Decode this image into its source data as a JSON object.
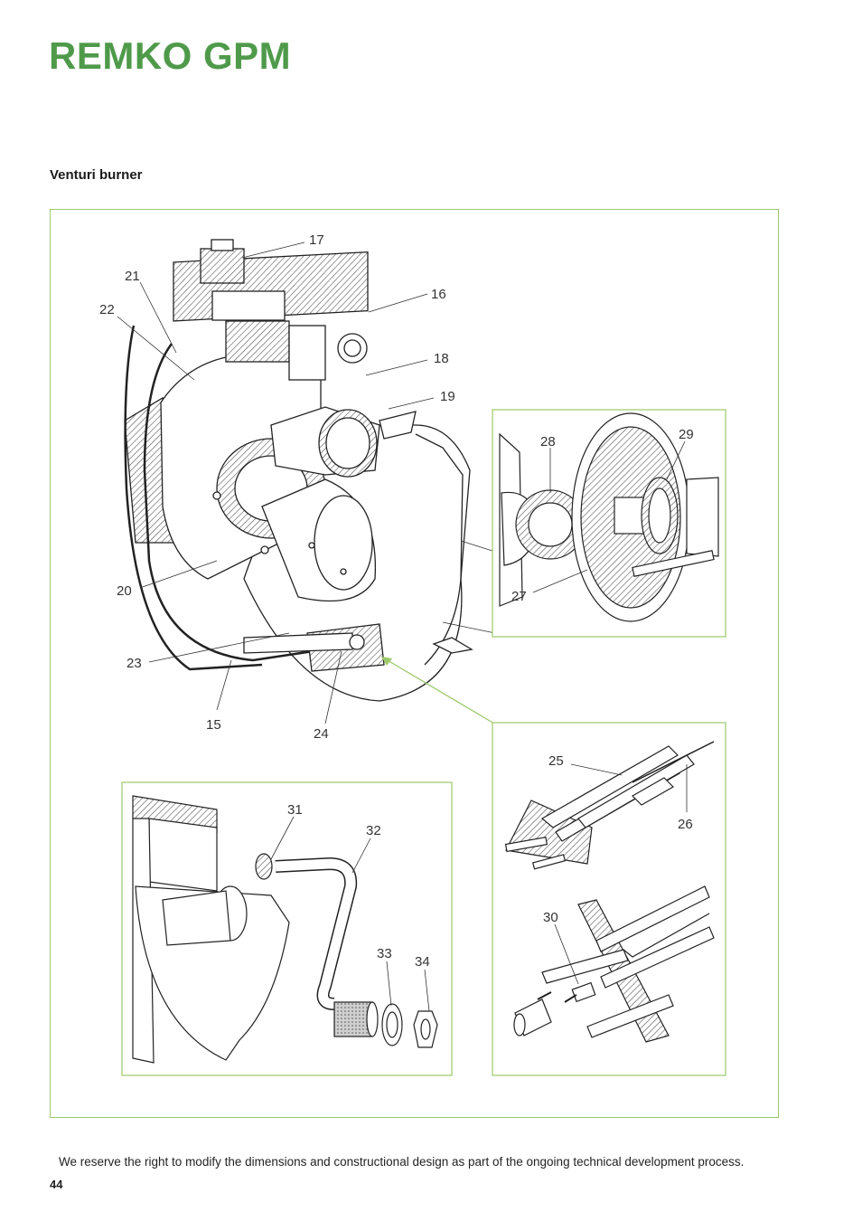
{
  "header": {
    "brand": "REMKO GPM"
  },
  "section": {
    "title": "Venturi burner"
  },
  "figure": {
    "callouts": [
      "15",
      "16",
      "17",
      "18",
      "19",
      "20",
      "21",
      "22",
      "23",
      "24",
      "25",
      "26",
      "27",
      "28",
      "29",
      "30",
      "31",
      "32",
      "33",
      "34"
    ]
  },
  "footer": {
    "note": "We reserve the right to modify the dimensions and constructional design as part of the ongoing technical development process.",
    "page_number": "44"
  },
  "colors": {
    "brand_green": "#4f9a4a",
    "frame_green": "#9cc96b"
  }
}
